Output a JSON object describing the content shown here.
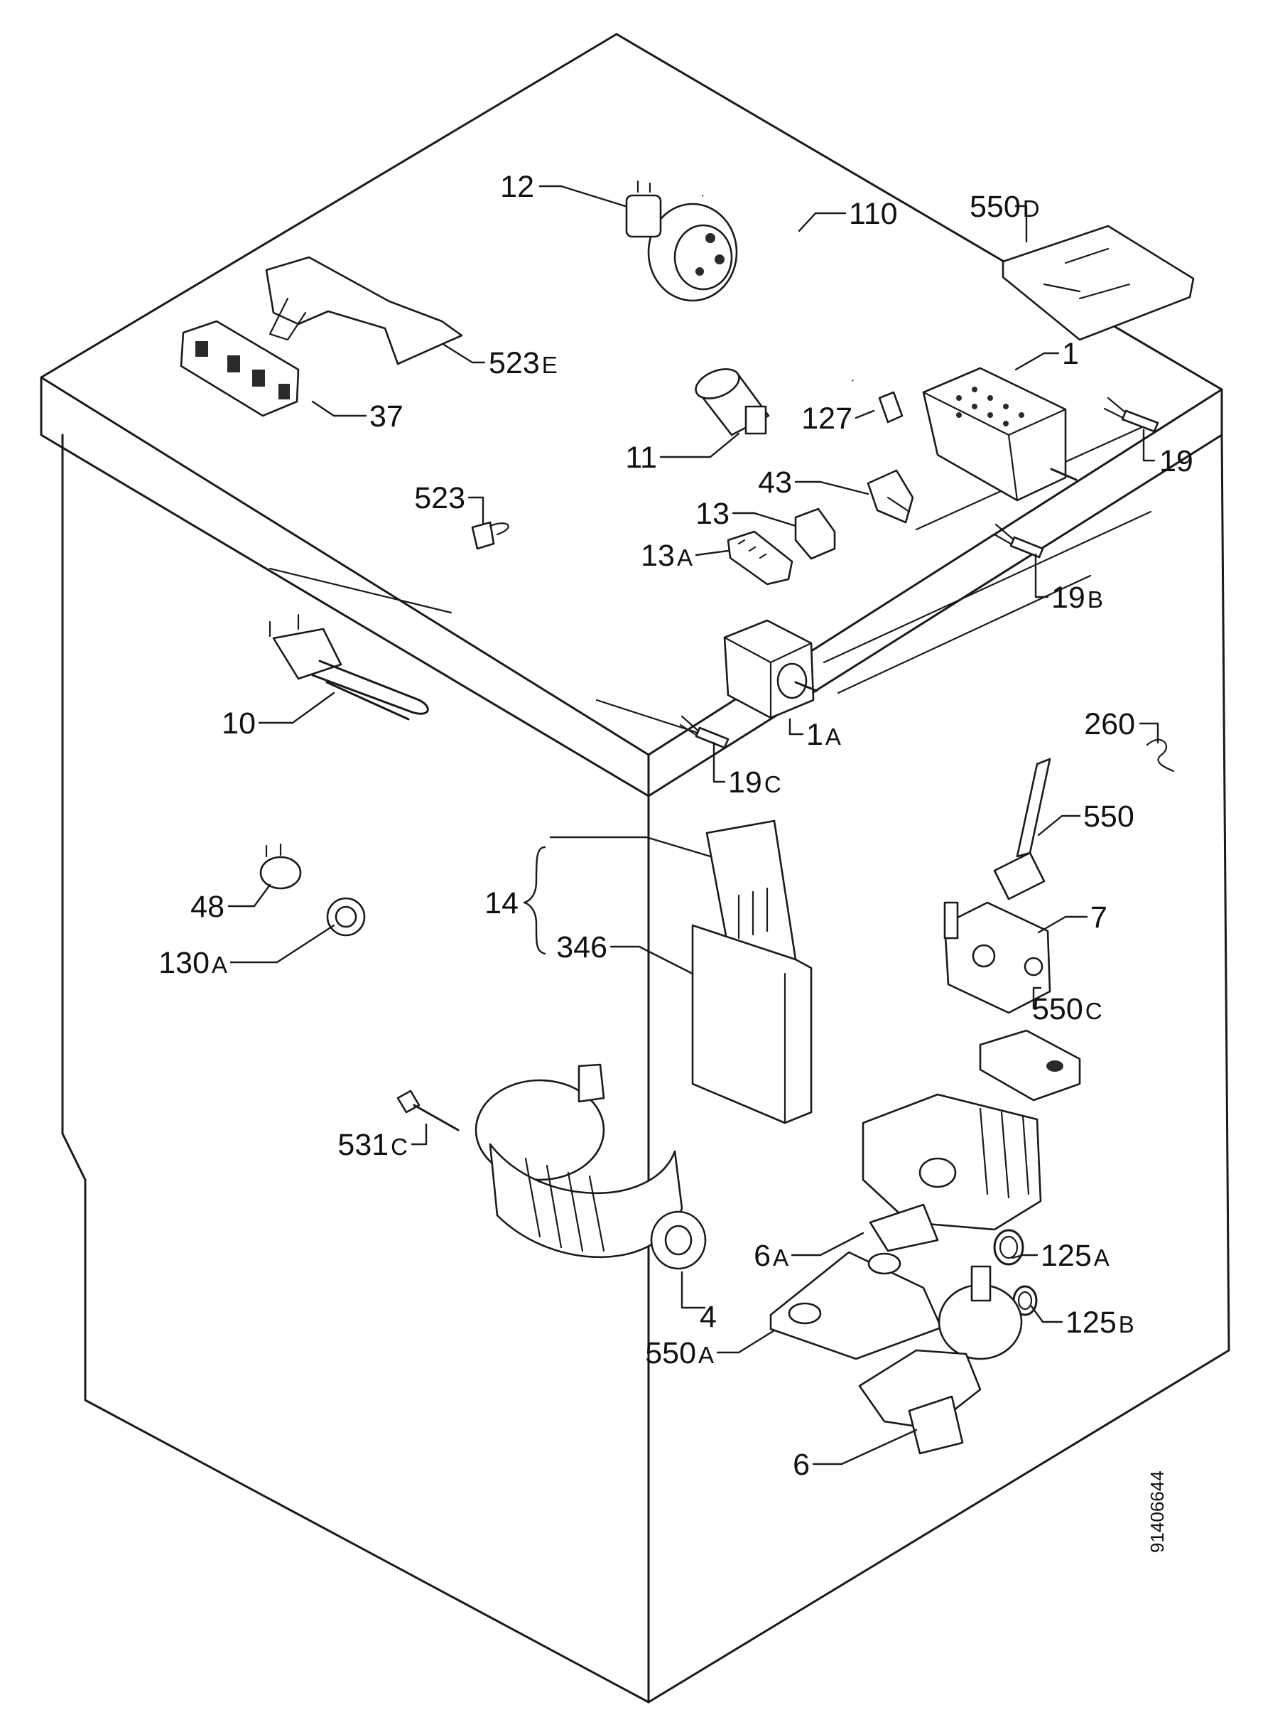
{
  "diagram": {
    "doc_number": "91406644",
    "callouts": [
      {
        "id": "c12",
        "num": "12",
        "suf": ""
      },
      {
        "id": "c110",
        "num": "110",
        "suf": ""
      },
      {
        "id": "c550D",
        "num": "550",
        "suf": "D"
      },
      {
        "id": "c523E",
        "num": "523",
        "suf": "E"
      },
      {
        "id": "c37",
        "num": "37",
        "suf": ""
      },
      {
        "id": "c1",
        "num": "1",
        "suf": ""
      },
      {
        "id": "c127",
        "num": "127",
        "suf": ""
      },
      {
        "id": "c11",
        "num": "11",
        "suf": ""
      },
      {
        "id": "c19",
        "num": "19",
        "suf": ""
      },
      {
        "id": "c43",
        "num": "43",
        "suf": ""
      },
      {
        "id": "c523",
        "num": "523",
        "suf": ""
      },
      {
        "id": "c13",
        "num": "13",
        "suf": ""
      },
      {
        "id": "c13A",
        "num": "13",
        "suf": "A"
      },
      {
        "id": "c19B",
        "num": "19",
        "suf": "B"
      },
      {
        "id": "c10",
        "num": "10",
        "suf": ""
      },
      {
        "id": "c1A",
        "num": "1",
        "suf": "A"
      },
      {
        "id": "c260",
        "num": "260",
        "suf": ""
      },
      {
        "id": "c19C",
        "num": "19",
        "suf": "C"
      },
      {
        "id": "c550",
        "num": "550",
        "suf": ""
      },
      {
        "id": "c14",
        "num": "14",
        "suf": ""
      },
      {
        "id": "c48",
        "num": "48",
        "suf": ""
      },
      {
        "id": "c7",
        "num": "7",
        "suf": ""
      },
      {
        "id": "c346",
        "num": "346",
        "suf": ""
      },
      {
        "id": "c130A",
        "num": "130",
        "suf": "A"
      },
      {
        "id": "c550C",
        "num": "550",
        "suf": "C"
      },
      {
        "id": "c531C",
        "num": "531",
        "suf": "C"
      },
      {
        "id": "c6A",
        "num": "6",
        "suf": "A"
      },
      {
        "id": "c125A",
        "num": "125",
        "suf": "A"
      },
      {
        "id": "c4",
        "num": "4",
        "suf": ""
      },
      {
        "id": "c125B",
        "num": "125",
        "suf": "B"
      },
      {
        "id": "c550A",
        "num": "550",
        "suf": "A"
      },
      {
        "id": "c6",
        "num": "6",
        "suf": ""
      }
    ]
  }
}
